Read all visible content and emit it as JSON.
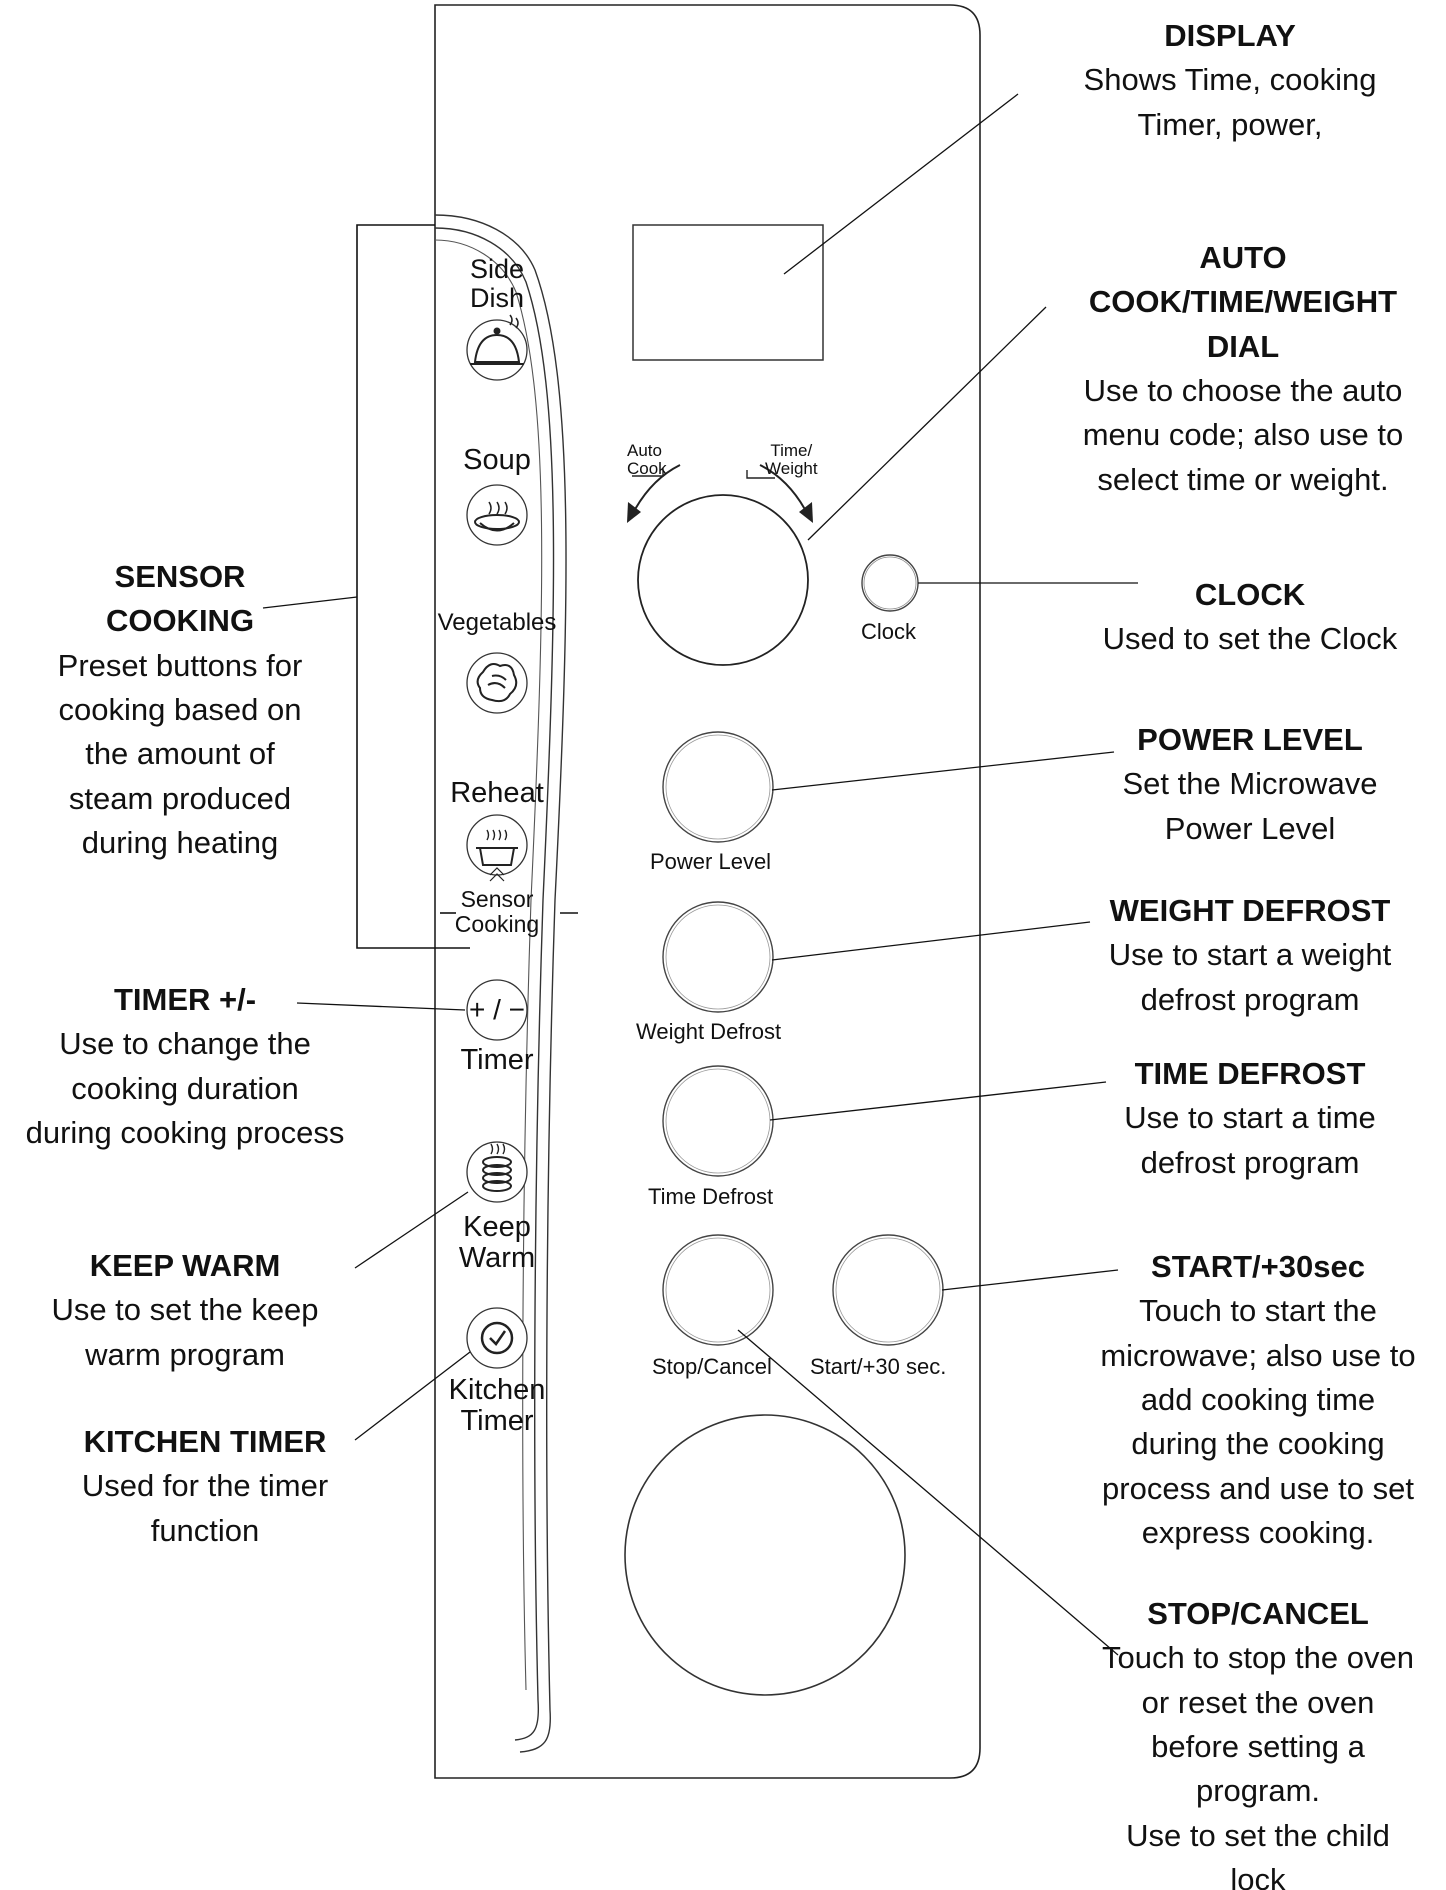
{
  "panel": {
    "dial_labels": {
      "auto_cook": "Auto\nCook",
      "time_weight": "Time/\nWeight"
    },
    "buttons": {
      "clock": "Clock",
      "power_level": "Power Level",
      "weight_defrost": "Weight Defrost",
      "time_defrost": "Time Defrost",
      "stop_cancel": "Stop/Cancel",
      "start": "Start/+30 sec."
    },
    "side_buttons": {
      "side_dish": "Side\nDish",
      "soup": "Soup",
      "vegetables": "Vegetables",
      "reheat": "Reheat",
      "sensor_cooking": "Sensor\nCooking",
      "timer_symbol": "+ / −",
      "timer": "Timer",
      "keep_warm": "Keep\nWarm",
      "kitchen_timer": "Kitchen\nTimer"
    }
  },
  "callouts": {
    "display": {
      "title": "DISPLAY",
      "body": "Shows Time, cooking\nTimer, power,"
    },
    "auto_cook": {
      "title": "AUTO\nCOOK/TIME/WEIGHT\nDIAL",
      "body": "Use to choose the auto\nmenu code; also use to\nselect time or weight."
    },
    "clock": {
      "title": "CLOCK",
      "body": "Used to set the Clock"
    },
    "power_level": {
      "title": "POWER LEVEL",
      "body": "Set the Microwave\nPower Level"
    },
    "weight_defrost": {
      "title": "WEIGHT DEFROST",
      "body": "Use to start a weight\ndefrost program"
    },
    "time_defrost": {
      "title": "TIME DEFROST",
      "body": "Use to start a time\ndefrost program"
    },
    "start": {
      "title": "START/+30sec",
      "body": "Touch to start the\nmicrowave; also use to\nadd cooking time\nduring the cooking\nprocess and use to set\nexpress cooking."
    },
    "stop_cancel": {
      "title": "STOP/CANCEL",
      "body": "Touch to stop the oven\nor reset the oven\nbefore setting a\nprogram.\nUse to set the child\nlock"
    },
    "sensor_cooking": {
      "title": "SENSOR\nCOOKING",
      "body": "Preset buttons for\ncooking based on\nthe amount of\nsteam produced\nduring heating"
    },
    "timer": {
      "title": "TIMER +/-",
      "body": "Use to change the\ncooking duration\nduring cooking process"
    },
    "keep_warm": {
      "title": "KEEP WARM",
      "body": "Use to set the keep\nwarm program"
    },
    "kitchen_timer": {
      "title": "KITCHEN TIMER",
      "body": "Used for the timer\nfunction"
    }
  }
}
